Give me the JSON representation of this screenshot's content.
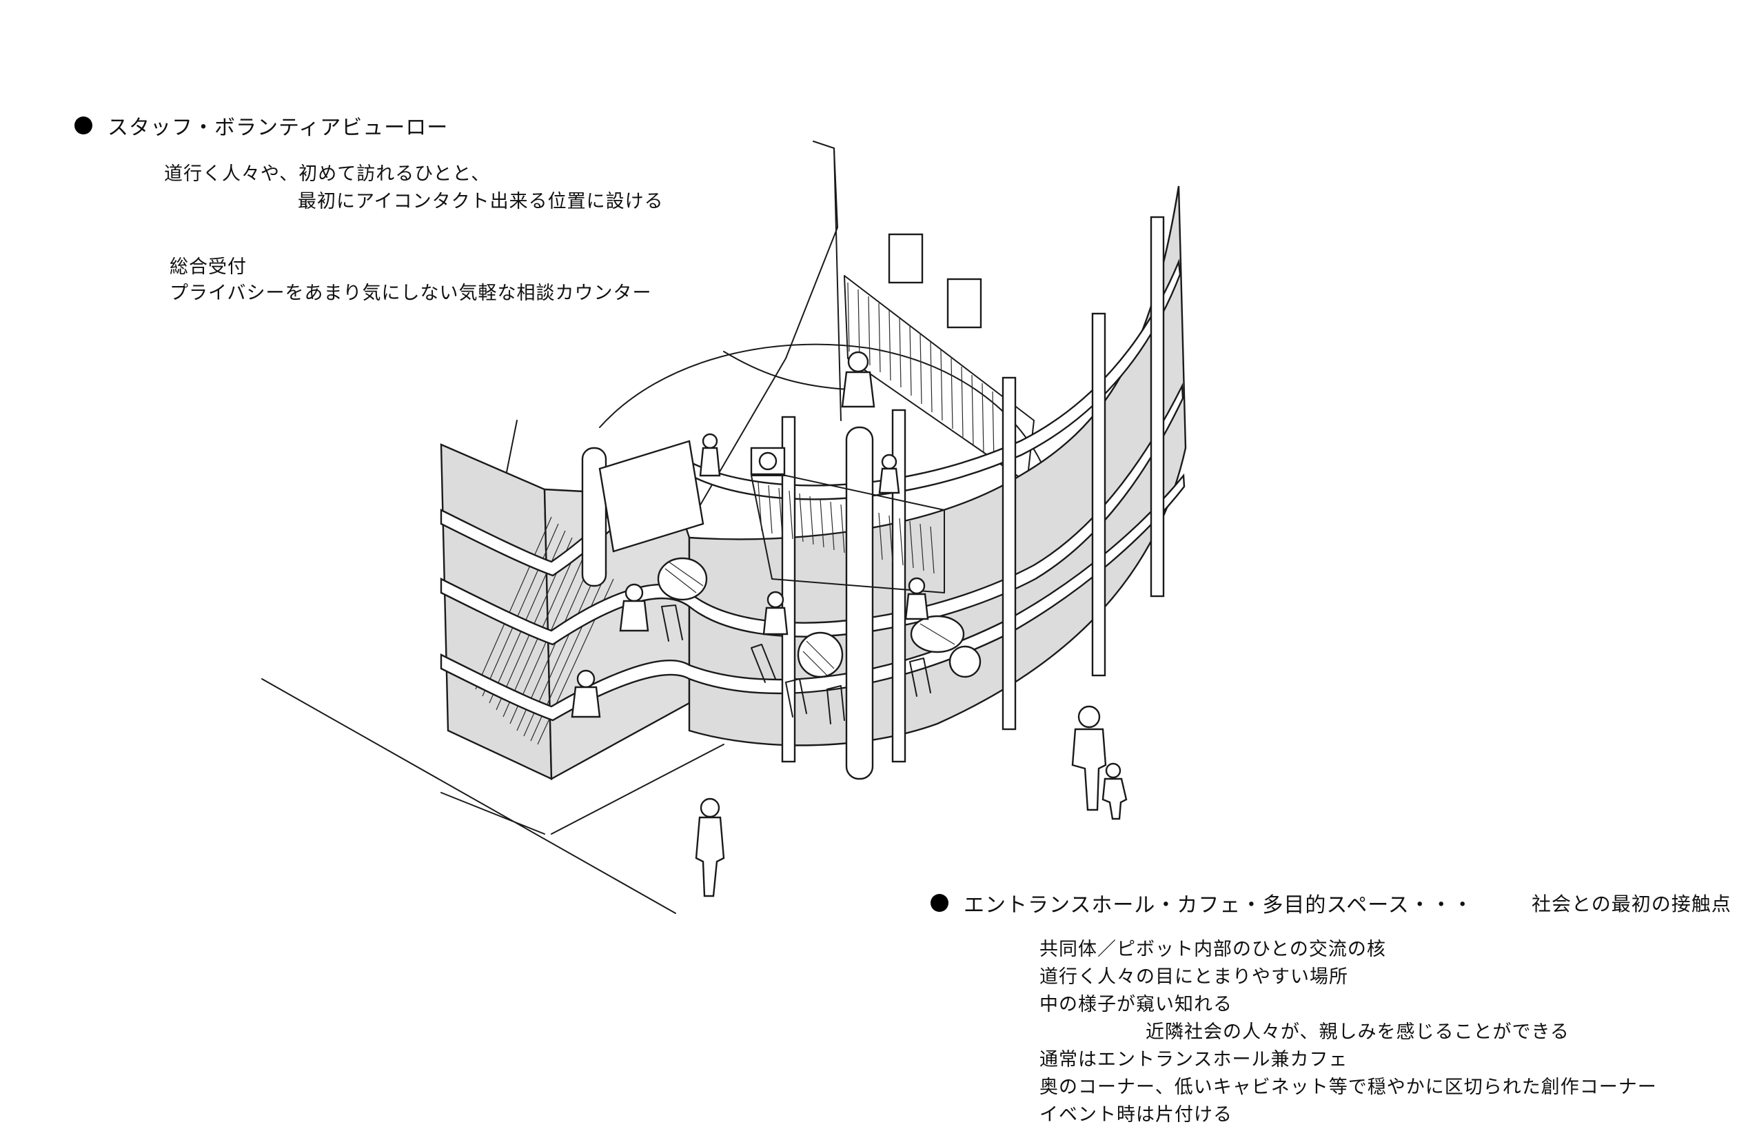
{
  "bureau": {
    "heading": "スタッフ・ボランティアビューロー",
    "line1": "道行く人々や、初めて訪れるひとと、",
    "line2": "最初にアイコンタクト出来る位置に設ける",
    "line3": "総合受付",
    "line4": "プライバシーをあまり気にしない気軽な相談カウンター"
  },
  "entrance": {
    "heading": "エントランスホール・カフェ・多目的スペース・・・",
    "tagline": "社会との最初の接触点",
    "lines": [
      "共同体／ピボット内部のひとの交流の核",
      "道行く人々の目にとまりやすい場所",
      "中の様子が窺い知れる",
      "近隣社会の人々が、親しみを感じることができる",
      "通常はエントランスホール兼カフェ",
      "奥のコーナー、低いキャビネット等で穏やかに区切られた創作コーナー",
      "イベント時は片付ける"
    ]
  }
}
